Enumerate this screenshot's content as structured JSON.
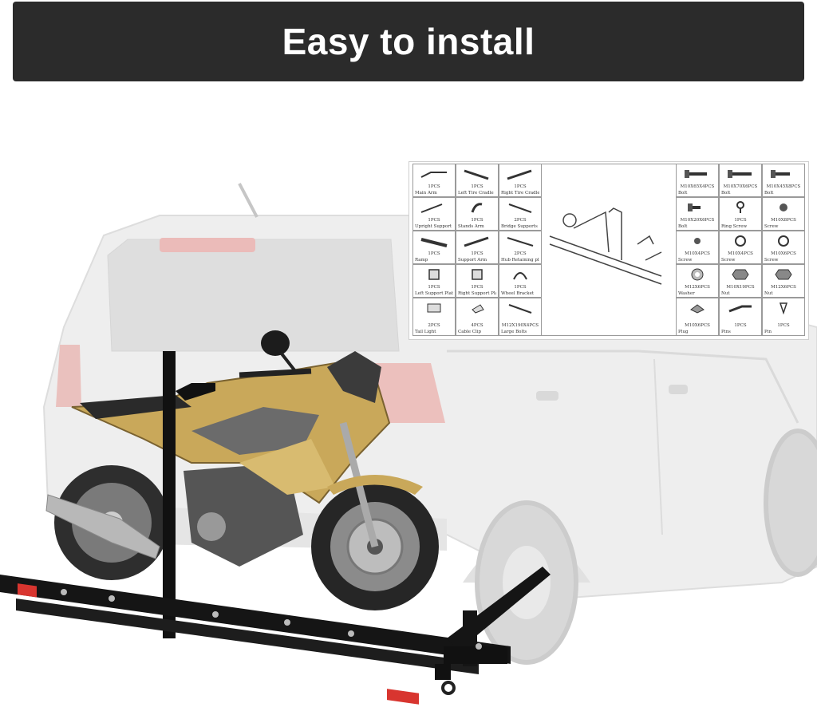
{
  "banner": {
    "title": "Easy to install"
  },
  "colors": {
    "banner_bg": "#2b2b2b",
    "banner_text": "#ffffff",
    "car_body": "#e4e4e4",
    "bike_gold": "#c9a85a",
    "carrier_black": "#111111",
    "reflector_red": "#d8352f"
  },
  "parts_list": {
    "left": [
      {
        "qty": "1PCS",
        "label": "Main Arm"
      },
      {
        "qty": "1PCS",
        "label": "Left Tire Cradle"
      },
      {
        "qty": "1PCS",
        "label": "Right Tire Cradle"
      },
      {
        "qty": "1PCS",
        "label": "Upright Support"
      },
      {
        "qty": "1PCS",
        "label": "Stands Arm"
      },
      {
        "qty": "2PCS",
        "label": "Bridge Supports"
      },
      {
        "qty": "1PCS",
        "label": "Ramp"
      },
      {
        "qty": "1PCS",
        "label": "Support Arm"
      },
      {
        "qty": "2PCS",
        "label": "Hub Retaining plate"
      },
      {
        "qty": "1PCS",
        "label": "Left Support Plate"
      },
      {
        "qty": "1PCS",
        "label": "Right Support Plate"
      },
      {
        "qty": "1PCS",
        "label": "Wheel Bracket"
      },
      {
        "qty": "2PCS",
        "label": "Tail Light"
      },
      {
        "qty": "4PCS",
        "label": "Cable Clip"
      },
      {
        "qty": "M12X190X4PCS",
        "label": "Large Bolts"
      }
    ],
    "right": [
      {
        "qty": "M10X65X4PCS",
        "label": "Bolt"
      },
      {
        "qty": "M10X70X6PCS",
        "label": "Bolt"
      },
      {
        "qty": "M10X45X8PCS",
        "label": "Bolt"
      },
      {
        "qty": "M10X20X6PCS",
        "label": "Bolt"
      },
      {
        "qty": "1PCS",
        "label": "Ring Screw"
      },
      {
        "qty": "M10X8PCS",
        "label": "Screw"
      },
      {
        "qty": "M10X4PCS",
        "label": "Screw"
      },
      {
        "qty": "M10X4PCS",
        "label": "Screw"
      },
      {
        "qty": "M10X6PCS",
        "label": "Screw"
      },
      {
        "qty": "M12X6PCS",
        "label": "Washer"
      },
      {
        "qty": "M10X19PCS",
        "label": "Nut"
      },
      {
        "qty": "M12X6PCS",
        "label": "Nut"
      },
      {
        "qty": "M10X6PCS",
        "label": "Plug"
      },
      {
        "qty": "1PCS",
        "label": "Pins"
      },
      {
        "qty": "1PCS",
        "label": "Pin"
      }
    ]
  }
}
